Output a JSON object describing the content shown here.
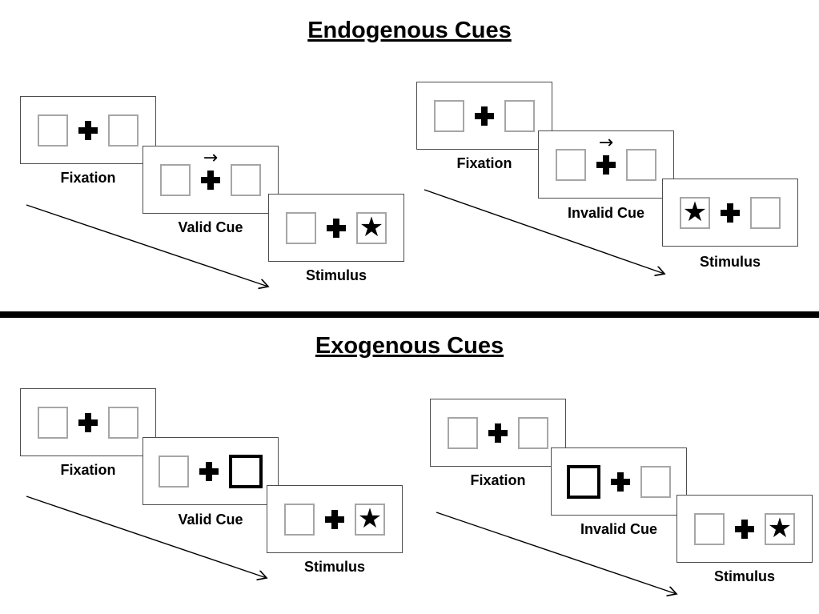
{
  "colors": {
    "background": "#ffffff",
    "line": "#000000",
    "square_border": "#a6a6a6",
    "panel_border": "#4d4d4d",
    "bold_square_border": "#000000"
  },
  "icons": {
    "cue_arrow": "→",
    "star": "★"
  },
  "sections": [
    {
      "title": "Endogenous Cues",
      "groups": [
        {
          "name": "valid",
          "panels": [
            {
              "label": "Fixation",
              "left_box": "empty",
              "right_box": "empty",
              "cue_arrow": false
            },
            {
              "label": "Valid Cue",
              "left_box": "empty",
              "right_box": "empty",
              "cue_arrow": true
            },
            {
              "label": "Stimulus",
              "left_box": "empty",
              "right_box": "star",
              "cue_arrow": false
            }
          ]
        },
        {
          "name": "invalid",
          "panels": [
            {
              "label": "Fixation",
              "left_box": "empty",
              "right_box": "empty",
              "cue_arrow": false
            },
            {
              "label": "Invalid Cue",
              "left_box": "empty",
              "right_box": "empty",
              "cue_arrow": true
            },
            {
              "label": "Stimulus",
              "left_box": "star",
              "right_box": "empty",
              "cue_arrow": false
            }
          ]
        }
      ]
    },
    {
      "title": "Exogenous Cues",
      "groups": [
        {
          "name": "valid",
          "panels": [
            {
              "label": "Fixation",
              "left_box": "empty",
              "right_box": "empty",
              "cue_arrow": false
            },
            {
              "label": "Valid Cue",
              "left_box": "empty",
              "right_box": "bold",
              "cue_arrow": false
            },
            {
              "label": "Stimulus",
              "left_box": "empty",
              "right_box": "star",
              "cue_arrow": false
            }
          ]
        },
        {
          "name": "invalid",
          "panels": [
            {
              "label": "Fixation",
              "left_box": "empty",
              "right_box": "empty",
              "cue_arrow": false
            },
            {
              "label": "Invalid Cue",
              "left_box": "bold",
              "right_box": "empty",
              "cue_arrow": false
            },
            {
              "label": "Stimulus",
              "left_box": "empty",
              "right_box": "star",
              "cue_arrow": false
            }
          ]
        }
      ]
    }
  ]
}
